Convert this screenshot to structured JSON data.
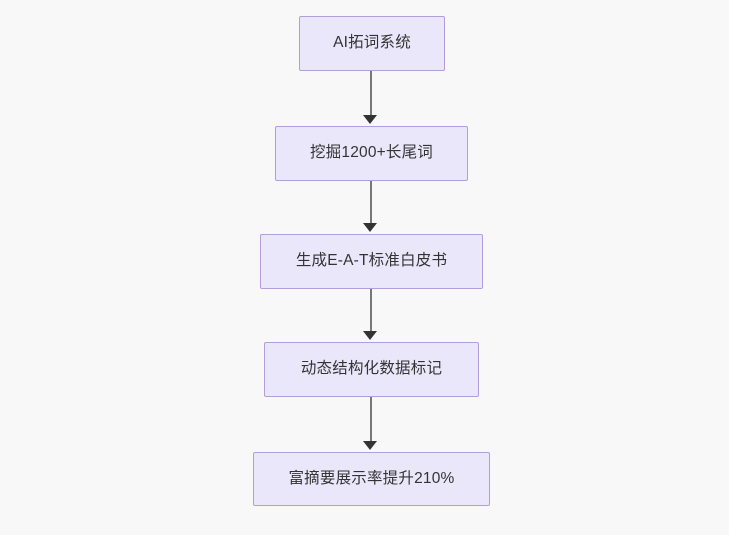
{
  "diagram": {
    "type": "flowchart",
    "direction": "top-to-bottom",
    "background_color": "#f8f8f8",
    "node_fill_color": "#ebe7fb",
    "node_border_color": "#b39ddb",
    "node_text_color": "#333333",
    "edge_color": "#777777",
    "arrowhead_color": "#333333",
    "nodes": [
      {
        "id": "n0",
        "label": "AI拓词系统"
      },
      {
        "id": "n1",
        "label": "挖掘1200+长尾词"
      },
      {
        "id": "n2",
        "label": "生成E-A-T标准白皮书"
      },
      {
        "id": "n3",
        "label": "动态结构化数据标记"
      },
      {
        "id": "n4",
        "label": "富摘要展示率提升210%"
      }
    ],
    "edges": [
      {
        "from": "n0",
        "to": "n1",
        "label": ""
      },
      {
        "from": "n1",
        "to": "n2",
        "label": ""
      },
      {
        "from": "n2",
        "to": "n3",
        "label": ""
      },
      {
        "from": "n3",
        "to": "n4",
        "label": ""
      }
    ]
  }
}
